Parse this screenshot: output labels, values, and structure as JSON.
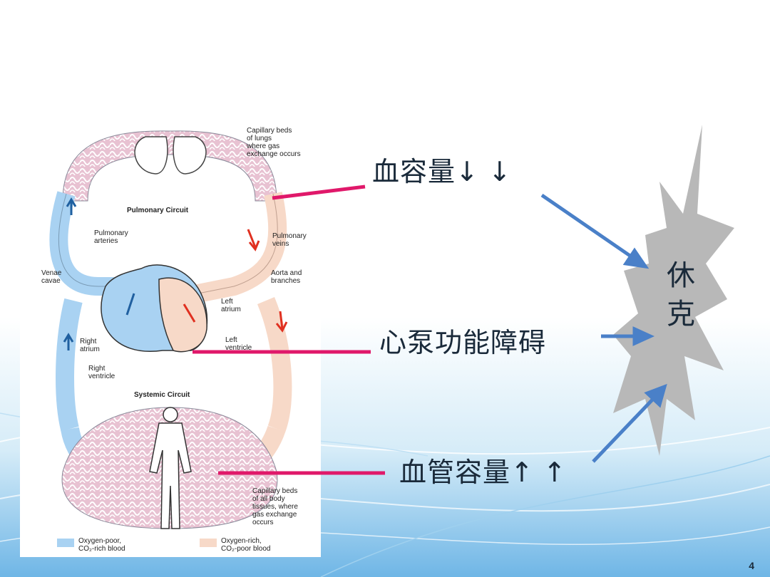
{
  "diagram": {
    "labels": {
      "capillary_lungs": [
        "Capillary beds",
        "of lungs",
        "where gas",
        "exchange occurs"
      ],
      "pulmonary_circuit": "Pulmonary Circuit",
      "pulmonary_arteries": [
        "Pulmonary",
        "arteries"
      ],
      "pulmonary_veins": [
        "Pulmonary",
        "veins"
      ],
      "venae_cavae": [
        "Venae",
        "cavae"
      ],
      "aorta": [
        "Aorta and",
        "branches"
      ],
      "left_atrium": [
        "Left",
        "atrium"
      ],
      "right_atrium": [
        "Right",
        "atrium"
      ],
      "left_ventricle": [
        "Left",
        "ventricle"
      ],
      "right_ventricle": [
        "Right",
        "ventricle"
      ],
      "systemic_circuit": "Systemic Circuit",
      "capillary_body": [
        "Capillary beds",
        "of all body",
        "tissues, where",
        "gas exchange",
        "occurs"
      ]
    },
    "legend": {
      "oxygen_poor": [
        "Oxygen-poor,",
        "CO₂-rich blood"
      ],
      "oxygen_rich": [
        "Oxygen-rich,",
        "CO₂-poor blood"
      ]
    },
    "colors": {
      "oxygen_poor": "#a9d2f2",
      "oxygen_rich": "#f7d9c8",
      "capillary": "#d8a0b8"
    }
  },
  "causes": [
    {
      "text": "血容量↓ ↓"
    },
    {
      "text": "心泵功能障碍"
    },
    {
      "text": "血管容量↑ ↑"
    }
  ],
  "result": {
    "chars": [
      "休",
      "克"
    ]
  },
  "page_number": "4",
  "colors": {
    "connector_line": "#e0186a",
    "arrow": "#4a80c8",
    "burst": "#b8b8b8",
    "text": "#1a2a3a"
  }
}
